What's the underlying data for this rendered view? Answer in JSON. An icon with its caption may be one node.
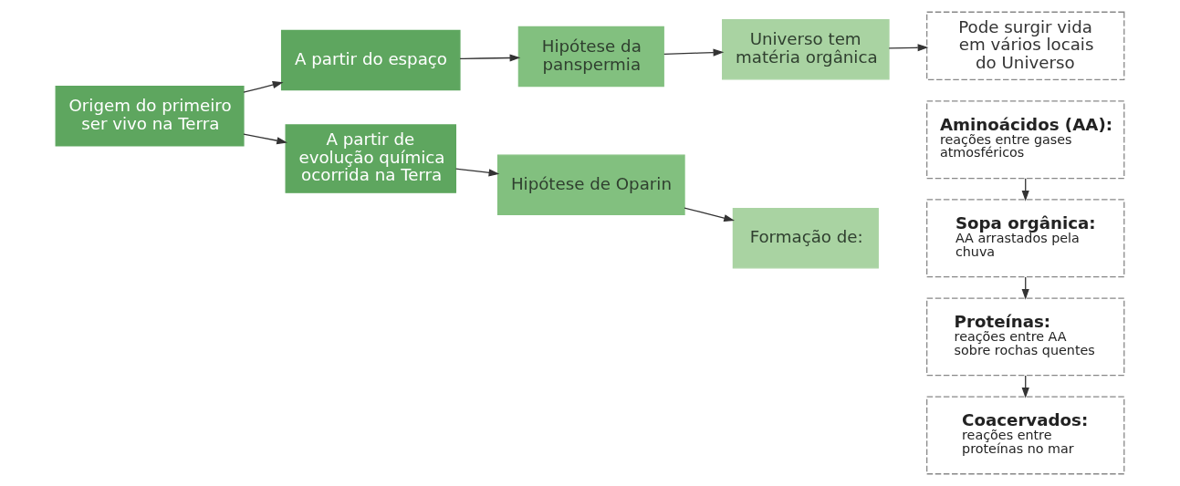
{
  "diagram": {
    "nodes": [
      {
        "text": [
          "Origem do primeiro ser vivo na Terra"
        ]
      },
      {
        "text": [
          "A partir do espaço"
        ]
      },
      {
        "text": [
          "Hipótese da panspermia"
        ]
      },
      {
        "text": [
          "Universo tem matéria orgânica"
        ]
      },
      {
        "text": [
          "Pode surgir vida em vários locais do Universo"
        ]
      },
      {
        "text": [
          "A partir de evolução química ocorrida na Terra"
        ]
      },
      {
        "text": [
          "Hipótese de Oparin"
        ]
      },
      {
        "text": [
          "Formação de:"
        ]
      },
      {
        "text": [
          "Aminoácidos (AA):",
          "reações entre gases atmosféricos"
        ]
      },
      {
        "text": [
          "Sopa orgânica:",
          "AA arrastados pela chuva"
        ]
      },
      {
        "text": [
          "Proteínas:",
          "reações entre AA sobre rochas quentes"
        ]
      },
      {
        "text": [
          "Coacervados:",
          "reações entre proteínas no mar"
        ]
      }
    ],
    "edges": [
      {
        "from": 0,
        "to": 1,
        "arrow": "to"
      },
      {
        "from": 0,
        "to": 5,
        "arrow": "to"
      },
      {
        "from": 1,
        "to": 2,
        "arrow": "to"
      },
      {
        "from": 2,
        "to": 3,
        "arrow": "to"
      },
      {
        "from": 3,
        "to": 4,
        "arrow": "to"
      },
      {
        "from": 5,
        "to": 6,
        "arrow": "to"
      },
      {
        "from": 6,
        "to": 7,
        "arrow": "to"
      },
      {
        "from": 8,
        "to": 9,
        "arrow": "to"
      },
      {
        "from": 9,
        "to": 10,
        "arrow": "to"
      },
      {
        "from": 10,
        "to": 11,
        "arrow": "to"
      }
    ]
  }
}
